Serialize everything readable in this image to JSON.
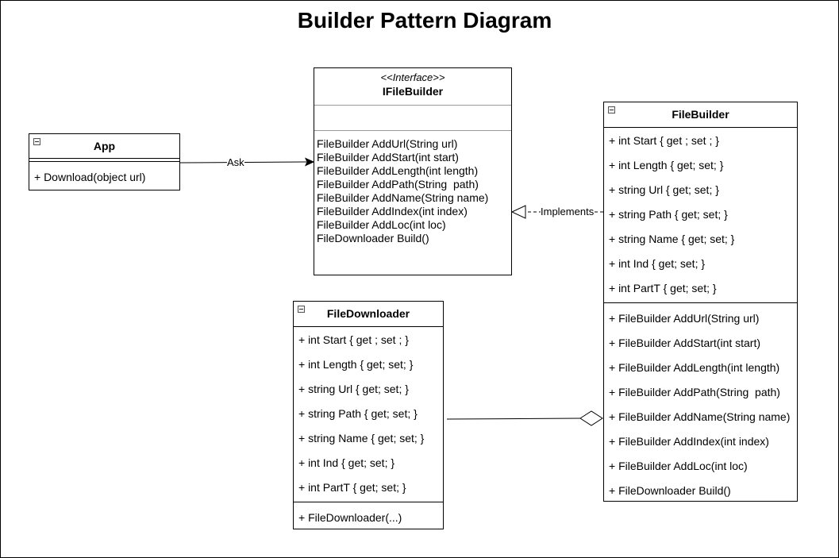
{
  "diagram": {
    "title": "Builder Pattern Diagram",
    "classes": {
      "app": {
        "name": "App",
        "methods": [
          "+ Download(object url)"
        ]
      },
      "ifilebuilder": {
        "stereotype": "<<Interface>>",
        "name": "IFileBuilder",
        "methods": [
          "FileBuilder AddUrl(String url)",
          "FileBuilder AddStart(int start)",
          "FileBuilder AddLength(int length)",
          "FileBuilder AddPath(String  path)",
          "FileBuilder AddName(String name)",
          "FileBuilder AddIndex(int index)",
          "FileBuilder AddLoc(int loc)",
          "",
          "FileDownloader Build()"
        ]
      },
      "filebuilder": {
        "name": "FileBuilder",
        "attributes": [
          "+ int Start { get ; set ; }",
          "+ int Length { get; set; }",
          "+ string Url { get; set; }",
          "+ string Path { get; set; }",
          "+ string Name { get; set; }",
          "+ int Ind { get; set; }",
          "+ int PartT { get; set; }"
        ],
        "methods": [
          "+ FileBuilder AddUrl(String url)",
          "+ FileBuilder AddStart(int start)",
          "+ FileBuilder AddLength(int length)",
          "+ FileBuilder AddPath(String  path)",
          "+ FileBuilder AddName(String name)",
          "+ FileBuilder AddIndex(int index)",
          "+ FileBuilder AddLoc(int loc)",
          "+ FileDownloader Build()"
        ]
      },
      "filedownloader": {
        "name": "FileDownloader",
        "attributes": [
          "+ int Start { get ; set ; }",
          "+ int Length { get; set; }",
          "+ string Url { get; set; }",
          "+ string Path { get; set; }",
          "+ string Name { get; set; }",
          "+ int Ind { get; set; }",
          "+ int PartT { get; set; }"
        ],
        "methods": [
          "+ FileDownloader(...)"
        ]
      }
    },
    "relations": {
      "ask": "Ask",
      "implements": "Implements"
    }
  }
}
